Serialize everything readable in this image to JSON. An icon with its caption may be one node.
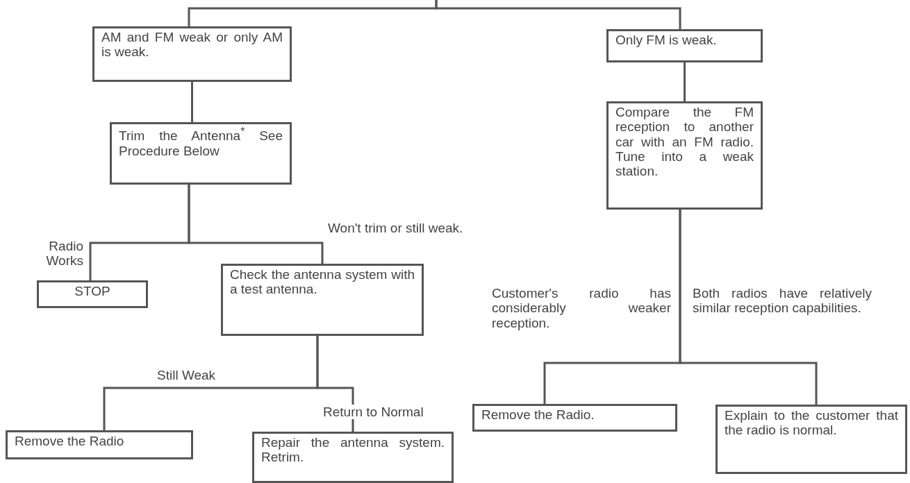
{
  "diagram": {
    "nodes": [
      {
        "text": [
          "AM and FM weak or only AM is weak."
        ]
      },
      {
        "text": [
          "Only FM is weak."
        ]
      },
      {
        "text": [
          "Trim the Antenna$^{*}$ See Procedure Below"
        ]
      },
      {
        "text": [
          "STOP"
        ]
      },
      {
        "text": [
          "Check the antenna system with a test antenna."
        ]
      },
      {
        "text": [
          "Remove the Radio"
        ]
      },
      {
        "text": [
          "Repair the antenna system. Retrim."
        ]
      },
      {
        "text": [
          "Compare the FM reception to another car with an FM radio. Tune into a weak station."
        ]
      },
      {
        "text": [
          "Remove the Radio."
        ]
      },
      {
        "text": [
          "Explain to the customer that the radio is normal."
        ]
      }
    ],
    "edges": [
      {
        "from": null,
        "to": 0,
        "arrow": "none"
      },
      {
        "from": null,
        "to": 1,
        "arrow": "none"
      },
      {
        "from": 0,
        "to": 2,
        "arrow": "none"
      },
      {
        "from": 2,
        "to": 3,
        "arrow": "none",
        "label": "Radio Works"
      },
      {
        "from": 2,
        "to": 4,
        "arrow": "none",
        "label": "Won't trim or still weak."
      },
      {
        "from": 4,
        "to": 5,
        "arrow": "none",
        "label": "Still Weak"
      },
      {
        "from": 4,
        "to": 6,
        "arrow": "none",
        "label": "Return to Normal"
      },
      {
        "from": 1,
        "to": 7,
        "arrow": "none"
      },
      {
        "from": 7,
        "to": 8,
        "arrow": "none",
        "label": "Customer's radio has considerably weaker reception."
      },
      {
        "from": 7,
        "to": 9,
        "arrow": "none",
        "label": "Both radios have relatively similar reception capabilities."
      }
    ]
  }
}
